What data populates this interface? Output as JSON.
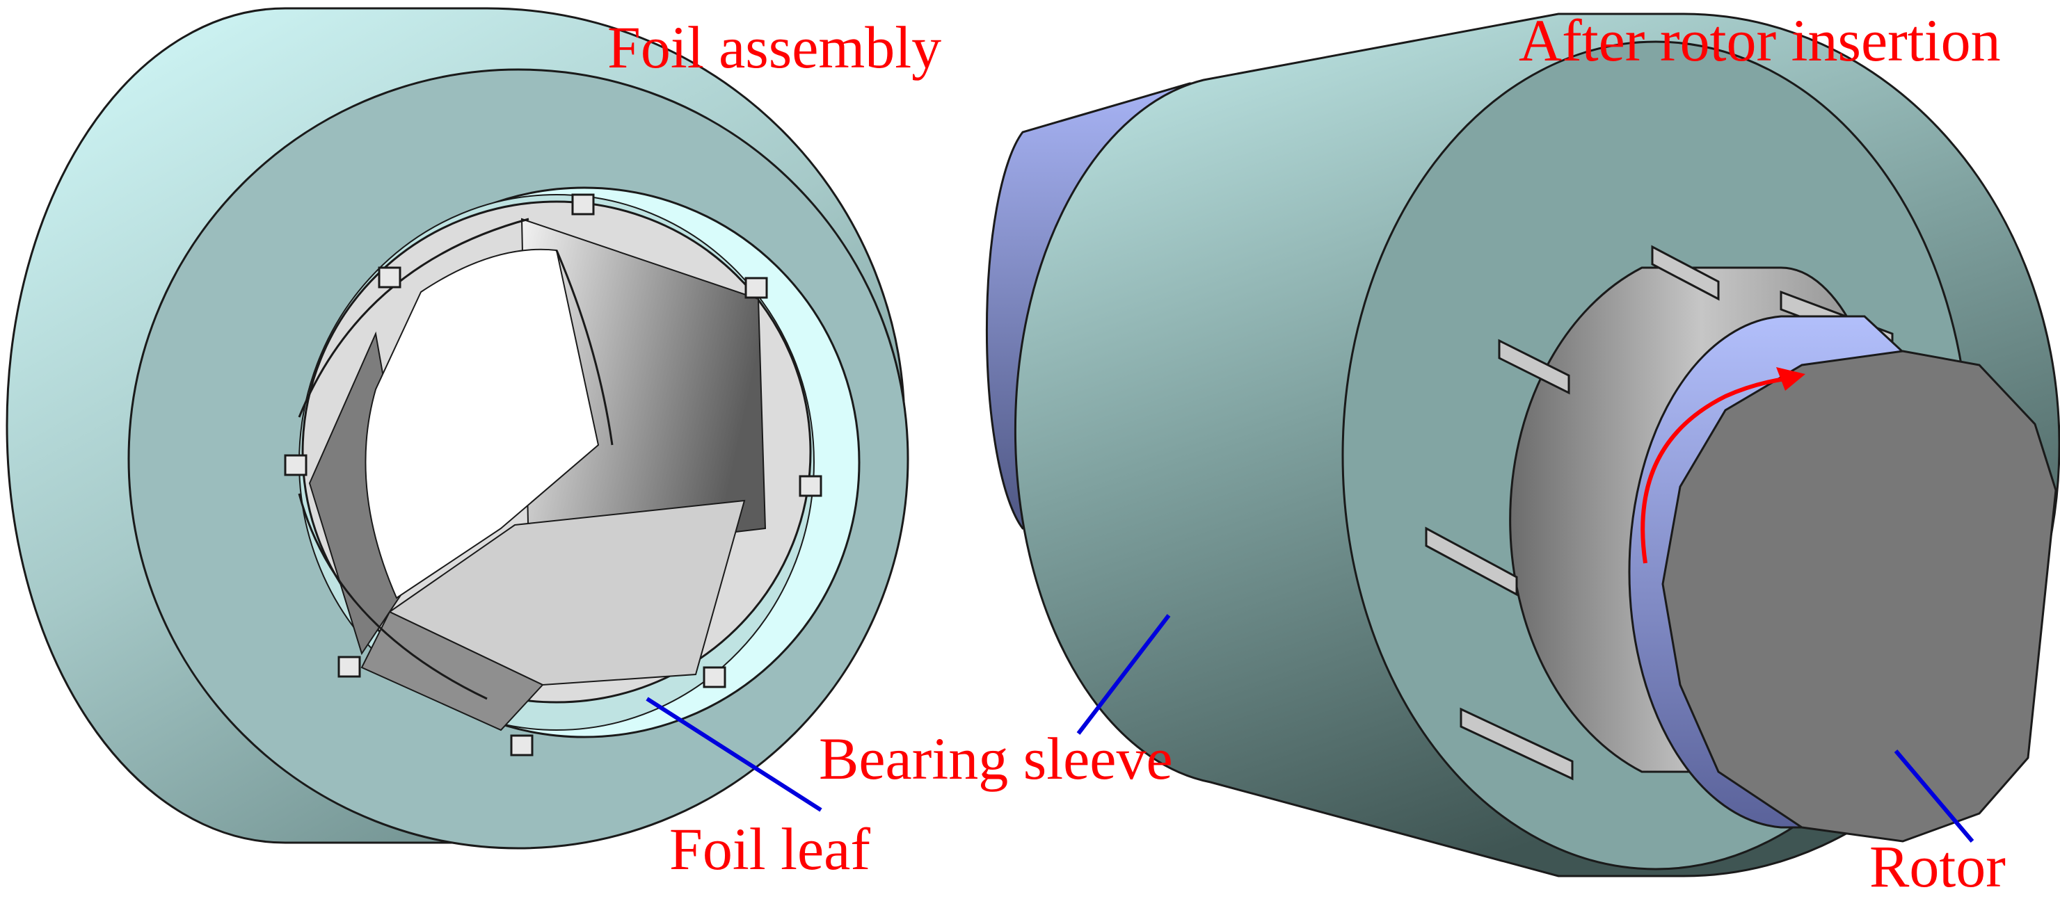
{
  "labels": {
    "foil_assembly": "Foil assembly",
    "after_rotor_insertion": "After rotor insertion",
    "bearing_sleeve": "Bearing sleeve",
    "foil_leaf": "Foil leaf",
    "rotor": "Rotor"
  },
  "colors": {
    "label_text": "#ff0000",
    "leader_line": "#0000dd",
    "rotation_arrow": "#ff0000",
    "sleeve_outer_light": "#d4fbfb",
    "sleeve_outer_dark": "#3f5553",
    "sleeve_face": "#9bbdbd",
    "sleeve_bore": "#d9fcfb",
    "foil_light": "#ececec",
    "foil_dark": "#5c5c5c",
    "rotor_face": "#787878",
    "rotor_side_light": "#b2bffb",
    "rotor_side_dark": "#5a629a",
    "edge": "#1a1a1a"
  },
  "icons": {
    "rotation_direction": "curved-arrow-icon"
  }
}
